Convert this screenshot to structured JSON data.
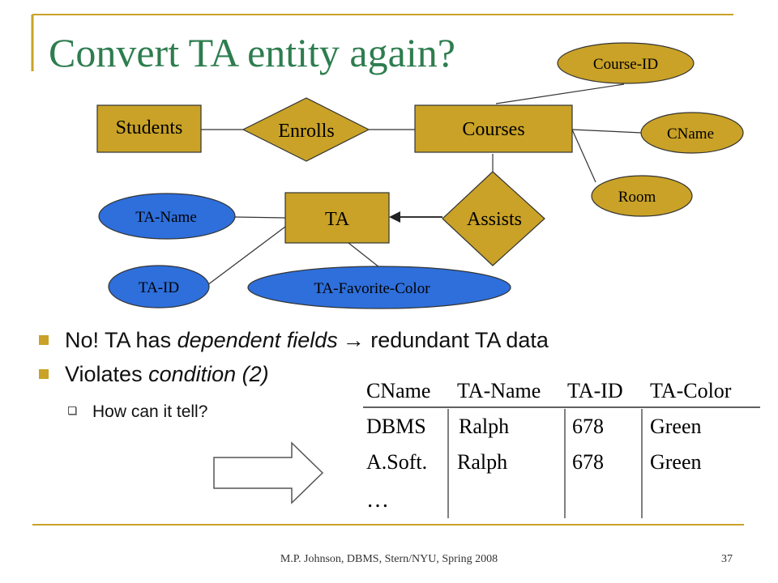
{
  "slide": {
    "title": "Convert TA entity again?",
    "footer": "M.P. Johnson, DBMS, Stern/NYU, Spring 2008",
    "page_number": "37"
  },
  "diagram": {
    "entities": [
      "Students",
      "Courses",
      "TA"
    ],
    "relationships": [
      "Enrolls",
      "Assists"
    ],
    "attributes": [
      "Course-ID",
      "CName",
      "Room",
      "TA-Name",
      "TA-ID",
      "TA-Favorite-Color"
    ],
    "colors": {
      "entity_fill": "#c9a227",
      "attr_course": "#c9a227",
      "attr_ta": "#2e6fdb",
      "title": "#2e7d4f",
      "accent_line": "#c9a227"
    }
  },
  "bullets": {
    "b1_pre": "No! TA has ",
    "b1_em": "dependent fields",
    "b1_arrow": "→",
    "b1_post": " redundant TA data",
    "b2_pre": "Violates ",
    "b2_em": "condition (2)",
    "b3": "How can it tell?"
  },
  "table": {
    "headers": [
      "CName",
      "TA-Name",
      "TA-ID",
      "TA-Color"
    ],
    "rows": [
      [
        "DBMS",
        "Ralph",
        "678",
        "Green"
      ],
      [
        "A.Soft.",
        "Ralph",
        "678",
        "Green"
      ]
    ],
    "ellipsis": "…"
  }
}
